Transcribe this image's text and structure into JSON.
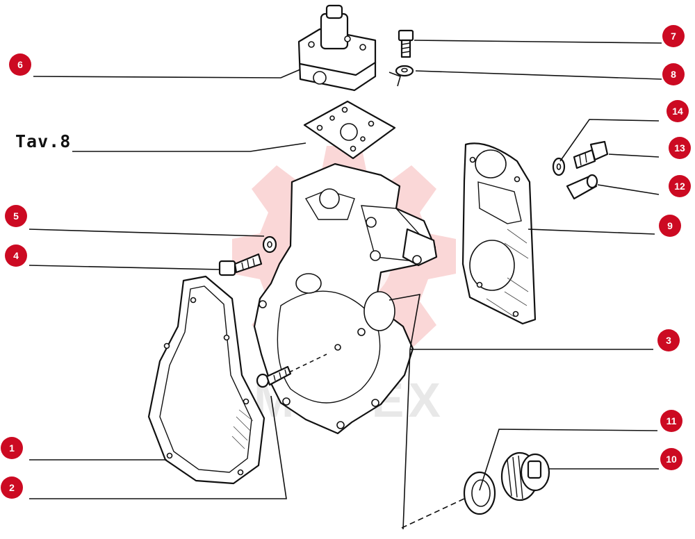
{
  "diagram": {
    "table_label": "Tav.8",
    "watermark_text": "MHTEX",
    "colors": {
      "callout": "#cc0a22",
      "line": "#111111",
      "watermark": "#f5b6b6"
    },
    "callouts": [
      {
        "id": "1",
        "label": "1"
      },
      {
        "id": "2",
        "label": "2"
      },
      {
        "id": "3",
        "label": "3"
      },
      {
        "id": "4",
        "label": "4"
      },
      {
        "id": "5",
        "label": "5"
      },
      {
        "id": "6",
        "label": "6"
      },
      {
        "id": "7",
        "label": "7"
      },
      {
        "id": "8",
        "label": "8"
      },
      {
        "id": "9",
        "label": "9"
      },
      {
        "id": "10",
        "label": "10"
      },
      {
        "id": "11",
        "label": "11"
      },
      {
        "id": "12",
        "label": "12"
      },
      {
        "id": "13",
        "label": "13"
      },
      {
        "id": "14",
        "label": "14"
      }
    ]
  }
}
